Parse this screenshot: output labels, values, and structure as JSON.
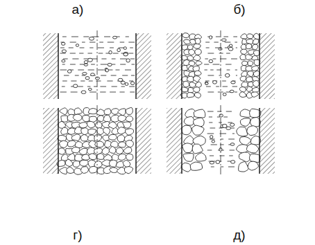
{
  "diagram": {
    "labels": [
      "а)",
      "б)",
      "г)",
      "д)"
    ]
  }
}
